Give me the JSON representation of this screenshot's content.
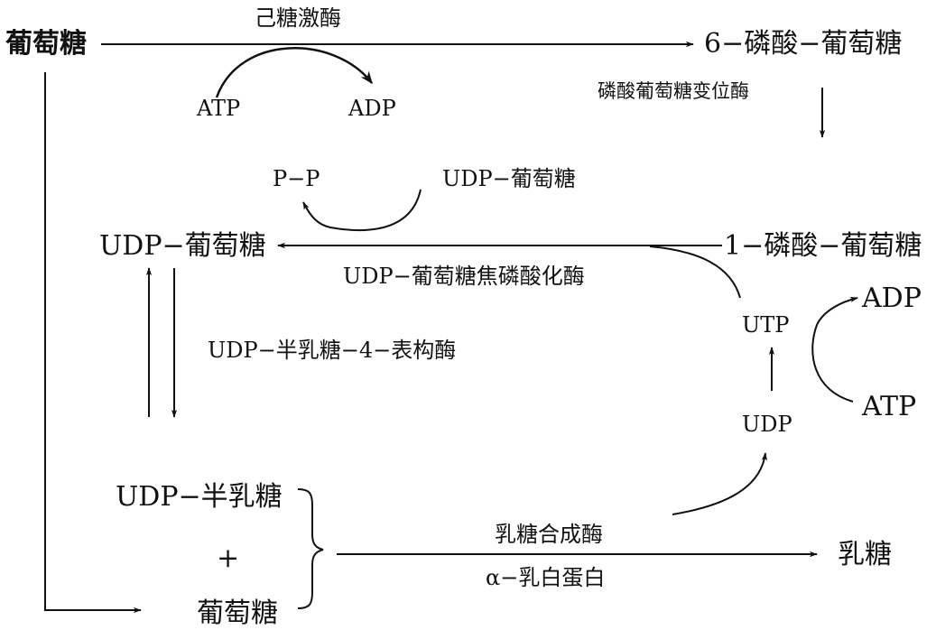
{
  "nodes": {
    "glucose": "葡萄糖",
    "g6p": "6−磷酸−葡萄糖",
    "g1p": "1−磷酸−葡萄糖",
    "udp_glucose": "UDP−葡萄糖",
    "udp_glucose_in": "UDP−葡萄糖",
    "pp": "P−P",
    "udp_galactose": "UDP−半乳糖",
    "plus": "+",
    "glucose_bottom": "葡萄糖",
    "lactose": "乳糖",
    "atp_top": "ATP",
    "adp_top": "ADP",
    "utp": "UTP",
    "udp": "UDP",
    "adp_right": "ADP",
    "atp_right": "ATP"
  },
  "enzymes": {
    "hexokinase": "己糖激酶",
    "phosphoglucomutase": "磷酸葡萄糖变位酶",
    "udpg_pyrophosphorylase": "UDP−葡萄糖焦磷酸化酶",
    "epimerase": "UDP−半乳糖−4−表构酶",
    "lactose_synthase": "乳糖合成酶",
    "alpha_lactalbumin": "α−乳白蛋白"
  },
  "colors": {
    "ink": "#111111",
    "background": "#ffffff"
  }
}
